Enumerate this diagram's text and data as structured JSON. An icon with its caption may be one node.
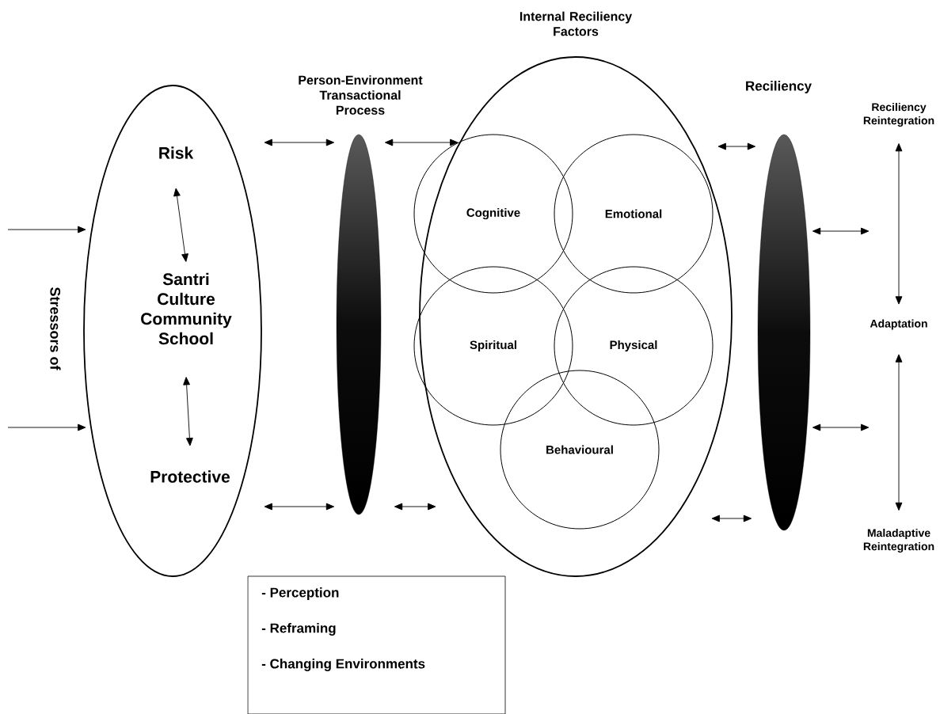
{
  "diagram": {
    "nodes": [
      {
        "text": [],
        "shape": "ellipse"
      },
      {
        "text": [
          "Risk"
        ],
        "in": 0
      },
      {
        "text": [
          "Santri Culture Community School"
        ],
        "in": 0
      },
      {
        "text": [
          "Protective"
        ],
        "in": 0
      },
      {
        "text": [
          "Person-Environment Transactional Process"
        ]
      },
      {
        "text": [
          "Internal Reciliency Factors"
        ]
      },
      {
        "text": [
          "Cognitive"
        ],
        "in": 5
      },
      {
        "text": [
          "Emotional"
        ],
        "in": 5
      },
      {
        "text": [
          "Spiritual"
        ],
        "in": 5
      },
      {
        "text": [
          "Physical"
        ],
        "in": 5
      },
      {
        "text": [
          "Behavioural"
        ],
        "in": 5
      },
      {
        "text": [
          "Reciliency"
        ]
      },
      {
        "text": [
          "Reciliency Reintegration"
        ]
      },
      {
        "text": [
          "Adaptation"
        ]
      },
      {
        "text": [
          "Maladaptive Reintegration"
        ]
      },
      {
        "text": [
          "- Perception",
          "- Reframing",
          "- Changing Environments"
        ]
      }
    ],
    "edges": [
      {
        "from": null,
        "to": 0,
        "arrow": "to"
      },
      {
        "from": null,
        "to": 0,
        "arrow": "to"
      },
      {
        "from": 1,
        "to": 2,
        "arrow": "both"
      },
      {
        "from": 2,
        "to": 3,
        "arrow": "both"
      },
      {
        "from": 0,
        "to": 4,
        "arrow": "both"
      },
      {
        "from": 0,
        "to": 4,
        "arrow": "both"
      },
      {
        "from": 4,
        "to": 5,
        "arrow": "both"
      },
      {
        "from": 4,
        "to": 5,
        "arrow": "both"
      },
      {
        "from": 5,
        "to": 11,
        "arrow": "both"
      },
      {
        "from": 5,
        "to": 11,
        "arrow": "both"
      },
      {
        "from": 11,
        "to": null,
        "arrow": "both"
      },
      {
        "from": 11,
        "to": null,
        "arrow": "both"
      },
      {
        "from": 12,
        "to": 13,
        "arrow": "both"
      },
      {
        "from": 13,
        "to": 14,
        "arrow": "both"
      }
    ],
    "labels": [
      "Stressors of"
    ]
  }
}
